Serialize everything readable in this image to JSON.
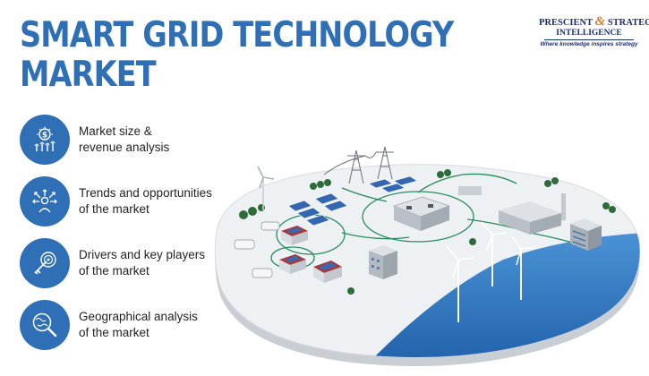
{
  "header": {
    "title_line1": "SMART GRID TECHNOLOGY",
    "title_line2": "MARKET"
  },
  "logo": {
    "name_part1": "PRESCIENT",
    "ampersand": "&",
    "name_part2": "STRATEGIC",
    "name_part3": "INTELLIGENCE",
    "tagline": "Where knowledge inspires strategy"
  },
  "features": [
    {
      "icon": "dollar-growth-icon",
      "line1": "Market size &",
      "line2": "revenue analysis"
    },
    {
      "icon": "trends-person-icon",
      "line1": "Trends and opportunities",
      "line2": "of the market"
    },
    {
      "icon": "target-key-icon",
      "line1": "Drivers and key players",
      "line2": "of the market"
    },
    {
      "icon": "globe-magnifier-icon",
      "line1": "Geographical analysis",
      "line2": "of the market"
    }
  ],
  "colors": {
    "accent": "#2f6fb6",
    "logo_navy": "#1d2f6f",
    "logo_orange": "#e3782a",
    "water": "#2f78c4",
    "grid_line": "#2a8a5a"
  }
}
